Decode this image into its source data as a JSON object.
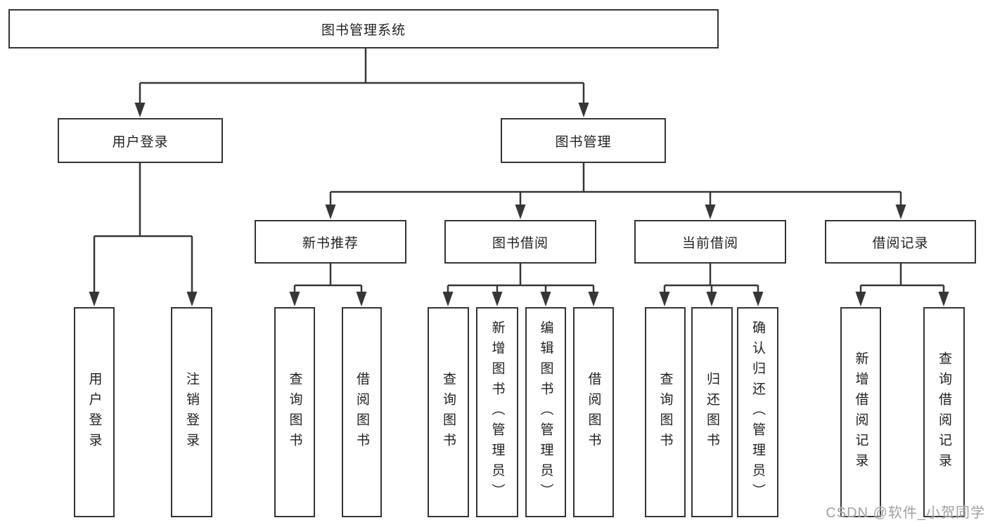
{
  "tree": {
    "label": "图书管理系统",
    "children": [
      {
        "label": "用户登录",
        "children": [
          {
            "label": "用户登录"
          },
          {
            "label": "注销登录"
          }
        ]
      },
      {
        "label": "图书管理",
        "children": [
          {
            "label": "新书推荐",
            "children": [
              {
                "label": "查询图书"
              },
              {
                "label": "借阅图书"
              }
            ]
          },
          {
            "label": "图书借阅",
            "children": [
              {
                "label": "查询图书"
              },
              {
                "label": "新增图书（管理员）"
              },
              {
                "label": "编辑图书（管理员）"
              },
              {
                "label": "借阅图书"
              }
            ]
          },
          {
            "label": "当前借阅",
            "children": [
              {
                "label": "查询图书"
              },
              {
                "label": "归还图书"
              },
              {
                "label": "确认归还（管理员）"
              }
            ]
          },
          {
            "label": "借阅记录",
            "children": [
              {
                "label": "新增借阅记录"
              },
              {
                "label": "查询借阅记录"
              }
            ]
          }
        ]
      }
    ]
  },
  "watermark": {
    "text": "CSDN @软件_小贺同学"
  },
  "colors": {
    "line": "#363636",
    "box_border": "#343434",
    "text": "#1f1f1f",
    "watermark": "#989898",
    "background": "#ffffff"
  }
}
